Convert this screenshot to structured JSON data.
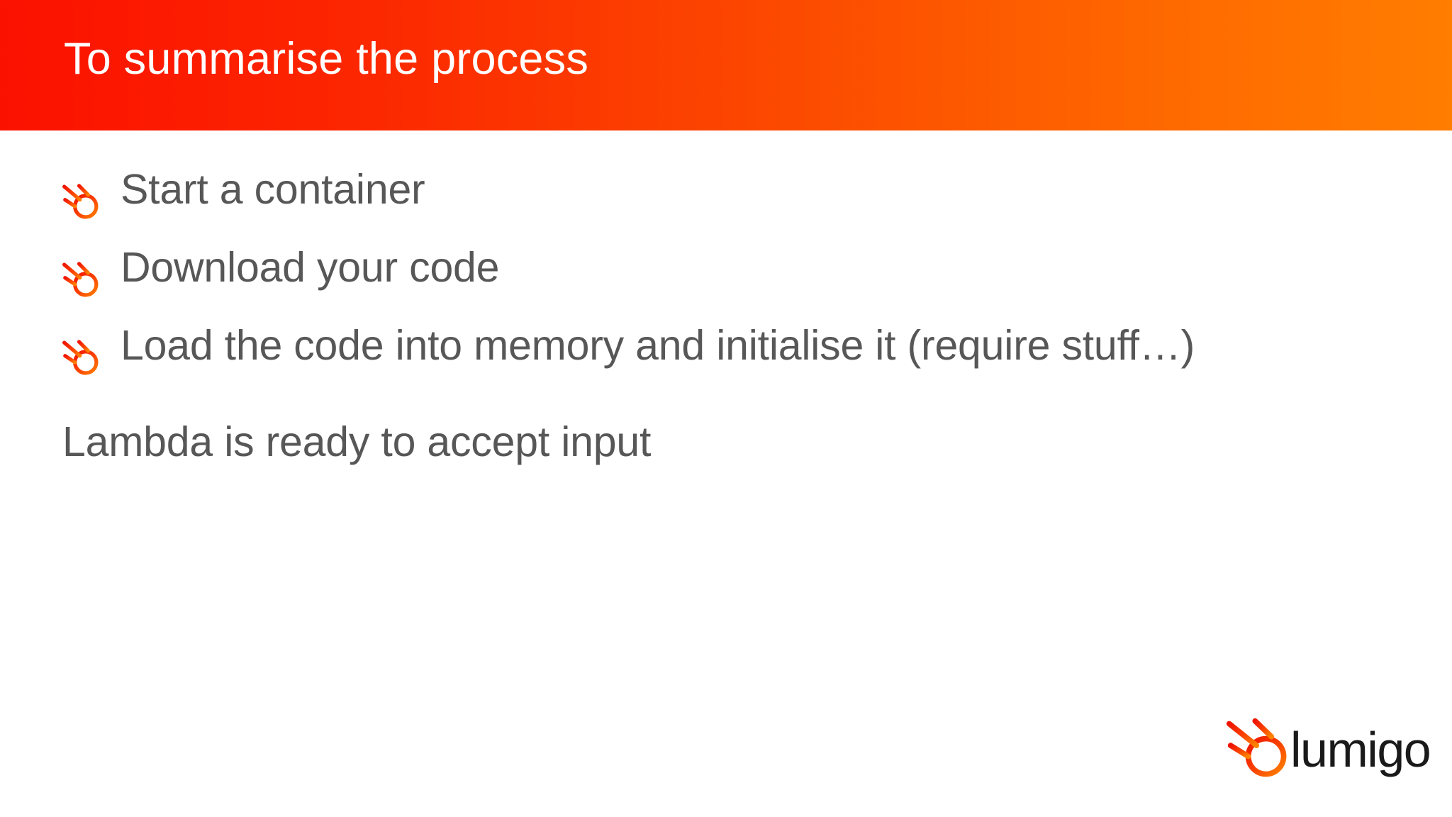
{
  "slide": {
    "background_color": "#ffffff",
    "title": "To summarise the process",
    "title_color": "#ffffff",
    "title_band": {
      "gradient_from": "#fb1100",
      "gradient_to": "#ff7d00"
    },
    "body_text_color": "#575757",
    "bullets": [
      {
        "icon": "lumigo-comet-bullet-icon",
        "text": "Start a container"
      },
      {
        "icon": "lumigo-comet-bullet-icon",
        "text": "Download your code"
      },
      {
        "icon": "lumigo-comet-bullet-icon",
        "text": "Load the code into memory and initialise it (require stuff…)"
      }
    ],
    "closing_line": "Lambda is ready to accept input",
    "logo": {
      "mark": "lumigo-comet-logo-icon",
      "wordmark": "lumigo",
      "wordmark_color": "#1a1a1a",
      "mark_color_start": "#f42000",
      "mark_color_end": "#ff7a00"
    }
  }
}
